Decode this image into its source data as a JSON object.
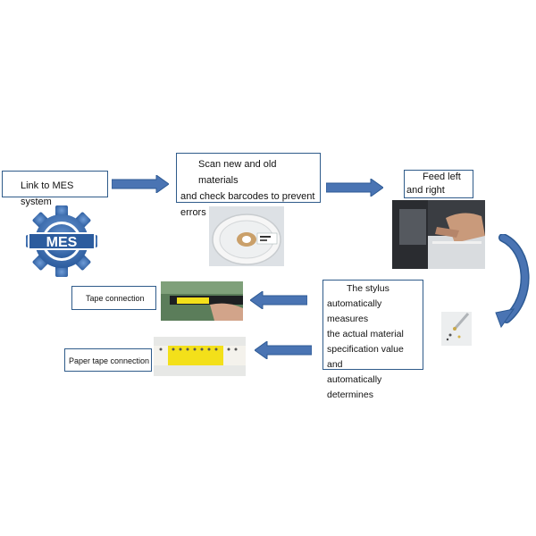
{
  "steps": {
    "link_mes": "Link to MES system",
    "scan_line1": "Scan new and old materials",
    "scan_line2": "and check barcodes to prevent",
    "scan_line3": "errors",
    "feed_line1": "Feed left",
    "feed_line2": "and right",
    "stylus_line1": "The stylus",
    "stylus_line2": "automatically measures",
    "stylus_line3": "the actual material",
    "stylus_line4": "specification value and",
    "stylus_line5": "automatically",
    "stylus_line6": "determines",
    "tape_connection": "Tape connection",
    "paper_tape_connection": "Paper tape connection"
  },
  "logo": {
    "text": "MES",
    "icon": "gear-icon"
  },
  "photos": {
    "reel": "reel-photo",
    "feeder": "feeder-machine-photo",
    "stylus": "stylus-components-photo",
    "tape": "tape-connection-photo",
    "paper": "paper-tape-photo"
  },
  "colors": {
    "arrow": "#4a74b3",
    "arrow_dark": "#2d5a94",
    "gear": "#3a6fb4",
    "box_border": "#2f5b8a",
    "yellow_tape": "#f3e01a"
  }
}
